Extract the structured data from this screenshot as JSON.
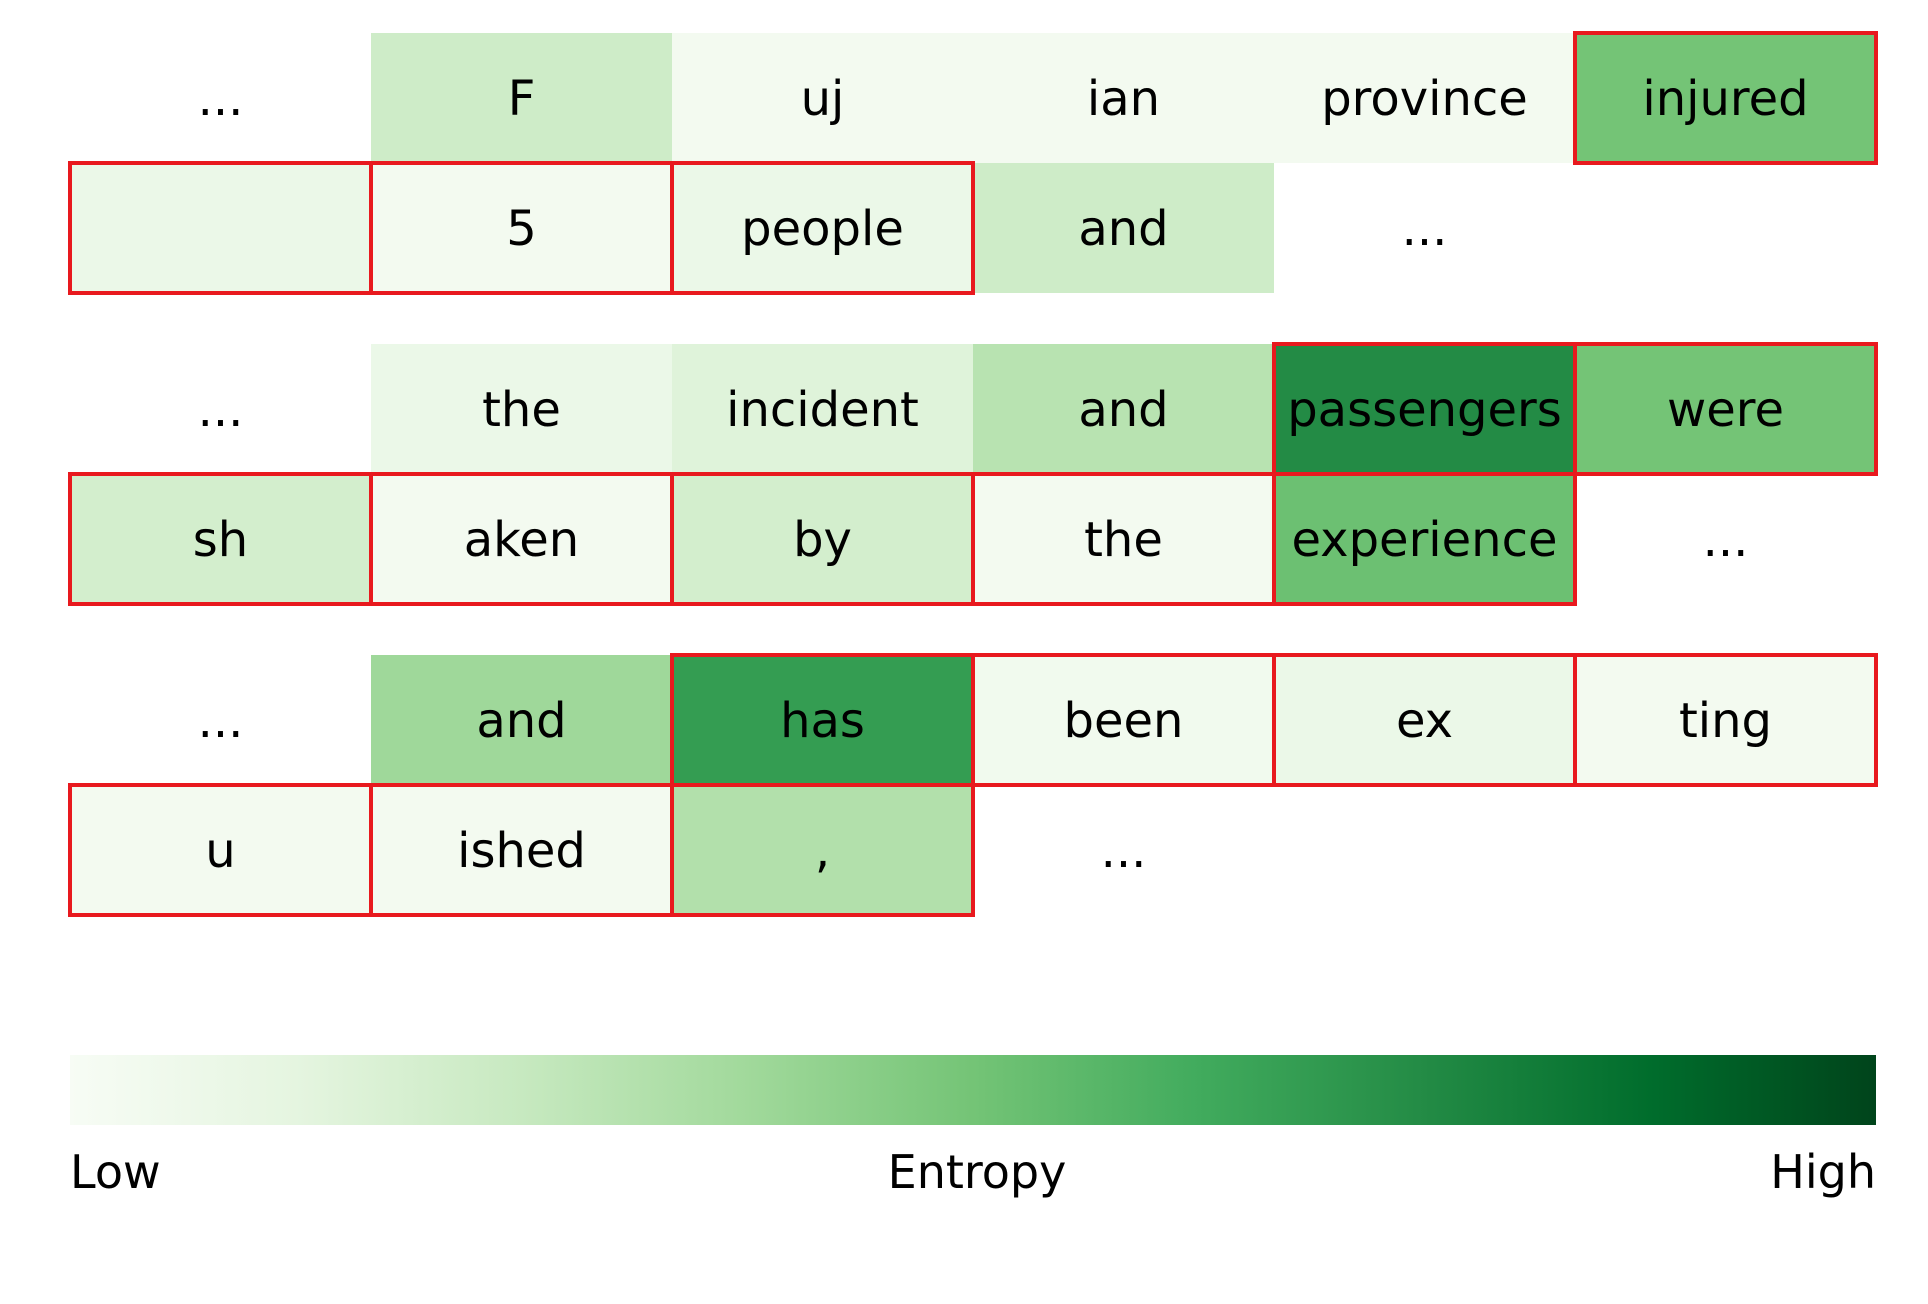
{
  "chart_data": {
    "type": "heatmap",
    "colormap": "Greens",
    "highlight_color": "#e8191e",
    "groups": [
      {
        "rows": [
          [
            {
              "text": "...",
              "entropy": null,
              "highlight": false
            },
            {
              "text": "F",
              "entropy": 0.22,
              "highlight": false
            },
            {
              "text": "uj",
              "entropy": 0.03,
              "highlight": false
            },
            {
              "text": "ian",
              "entropy": 0.03,
              "highlight": false
            },
            {
              "text": "province",
              "entropy": 0.03,
              "highlight": false
            },
            {
              "text": "injured",
              "entropy": 0.5,
              "highlight": true
            }
          ],
          [
            {
              "text": "",
              "entropy": 0.08,
              "highlight": true
            },
            {
              "text": "5",
              "entropy": 0.03,
              "highlight": true
            },
            {
              "text": "people",
              "entropy": 0.08,
              "highlight": true
            },
            {
              "text": "and",
              "entropy": 0.22,
              "highlight": false
            },
            {
              "text": "...",
              "entropy": null,
              "highlight": false
            }
          ]
        ]
      },
      {
        "rows": [
          [
            {
              "text": "...",
              "entropy": null,
              "highlight": false
            },
            {
              "text": "the",
              "entropy": 0.08,
              "highlight": false
            },
            {
              "text": "incident",
              "entropy": 0.15,
              "highlight": false
            },
            {
              "text": "and",
              "entropy": 0.3,
              "highlight": false
            },
            {
              "text": "passengers",
              "entropy": 0.75,
              "highlight": true
            },
            {
              "text": "were",
              "entropy": 0.5,
              "highlight": true
            }
          ],
          [
            {
              "text": "sh",
              "entropy": 0.2,
              "highlight": true
            },
            {
              "text": "aken",
              "entropy": 0.03,
              "highlight": true
            },
            {
              "text": "by",
              "entropy": 0.2,
              "highlight": true
            },
            {
              "text": "the",
              "entropy": 0.03,
              "highlight": true
            },
            {
              "text": "experience",
              "entropy": 0.52,
              "highlight": true
            },
            {
              "text": "...",
              "entropy": null,
              "highlight": false
            }
          ]
        ]
      },
      {
        "rows": [
          [
            {
              "text": "...",
              "entropy": null,
              "highlight": false
            },
            {
              "text": "and",
              "entropy": 0.38,
              "highlight": false
            },
            {
              "text": "has",
              "entropy": 0.68,
              "highlight": true
            },
            {
              "text": "been",
              "entropy": 0.04,
              "highlight": true
            },
            {
              "text": "ex",
              "entropy": 0.08,
              "highlight": true
            },
            {
              "text": "ting",
              "entropy": 0.03,
              "highlight": true
            }
          ],
          [
            {
              "text": "u",
              "entropy": 0.03,
              "highlight": true
            },
            {
              "text": "ished",
              "entropy": 0.03,
              "highlight": true
            },
            {
              "text": ",",
              "entropy": 0.32,
              "highlight": true
            },
            {
              "text": "...",
              "entropy": null,
              "highlight": false
            }
          ]
        ]
      }
    ],
    "colorbar": {
      "label": "Entropy",
      "low_label": "Low",
      "high_label": "High"
    }
  }
}
